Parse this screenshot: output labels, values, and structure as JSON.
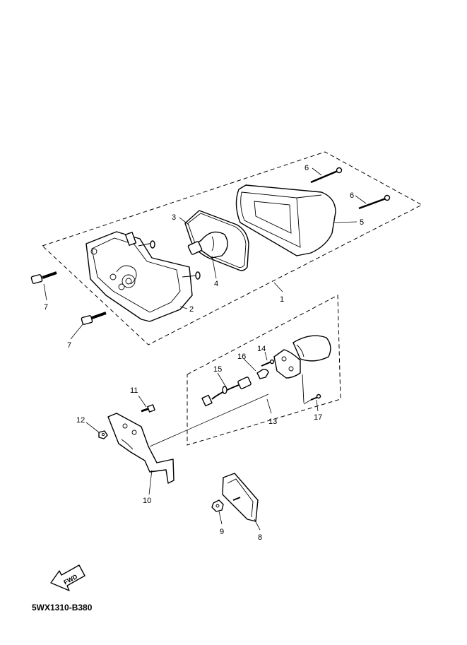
{
  "diagram_code": "5WX1310-B380",
  "fwd_label": "FWD",
  "callouts": {
    "c1": "1",
    "c2": "2",
    "c3": "3",
    "c4": "4",
    "c5": "5",
    "c6a": "6",
    "c6b": "6",
    "c7a": "7",
    "c7b": "7",
    "c8": "8",
    "c9": "9",
    "c10": "10",
    "c11": "11",
    "c12": "12",
    "c13": "13",
    "c14": "14",
    "c15": "15",
    "c16": "16",
    "c17": "17"
  }
}
